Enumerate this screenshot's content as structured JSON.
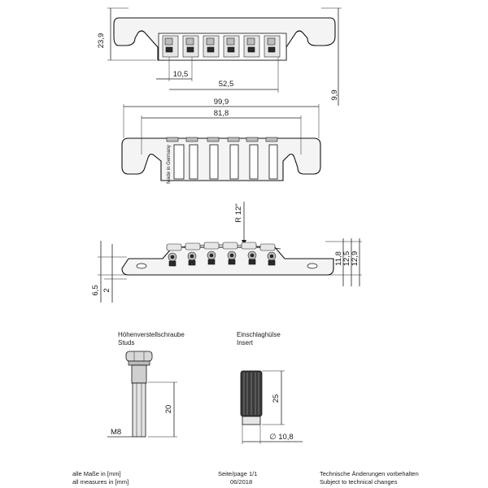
{
  "dimensions": {
    "height_top": "23,9",
    "saddle_spacing": "10,5",
    "string_spread": "52,5",
    "total_height_right": "9,9",
    "overall_length": "99,9",
    "stud_spacing": "81,8",
    "radius": "R 12\"",
    "base_height_a": "6,5",
    "base_height_b": "2",
    "height_11": "11,8",
    "height_12a": "12,5",
    "height_12b": "12,9",
    "stud_length": "20",
    "stud_thread": "M8",
    "insert_length": "25",
    "insert_diameter": "∅ 10,8"
  },
  "body_text": "Made in Germany",
  "parts": {
    "stud_title_de": "Höhenverstellschraube",
    "stud_title_en": "Studs",
    "insert_title_de": "Einschlaghülse",
    "insert_title_en": "Insert"
  },
  "footer": {
    "measure_de": "alle Maße in [mm]",
    "measure_en": "all measures in [mm]",
    "page": "Seite/page 1/1",
    "date": "06/2018",
    "changes_de": "Technische Änderungen vorbehalten",
    "changes_en": "Subject to technical changes"
  }
}
